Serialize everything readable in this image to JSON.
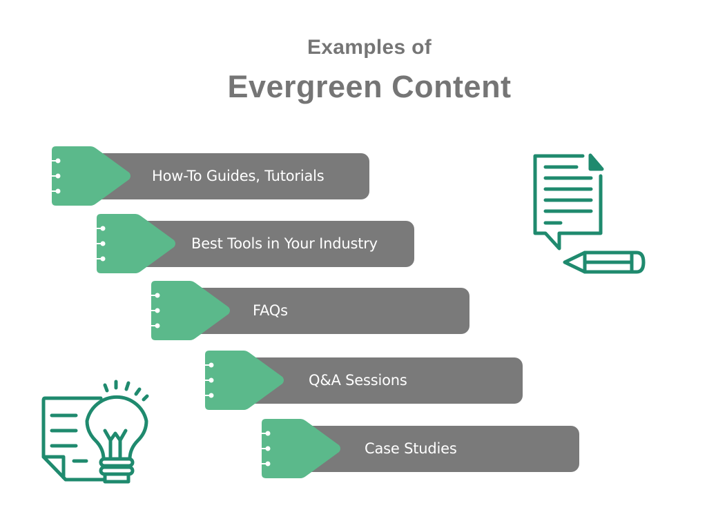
{
  "header": {
    "subtitle": "Examples of",
    "title": "Evergreen Content"
  },
  "colors": {
    "heading_gray": "#757575",
    "bar_gray": "#7a7a7a",
    "tab_green": "#5bb98b",
    "icon_green": "#1f8a6e",
    "label_white": "#ffffff"
  },
  "items": [
    {
      "label": "How-To Guides, Tutorials"
    },
    {
      "label": "Best Tools in Your Industry"
    },
    {
      "label": "FAQs"
    },
    {
      "label": "Q&A Sessions"
    },
    {
      "label": "Case Studies"
    }
  ],
  "icons": {
    "top_right": "document-with-pencil-icon",
    "bottom_left": "note-with-lightbulb-icon"
  }
}
